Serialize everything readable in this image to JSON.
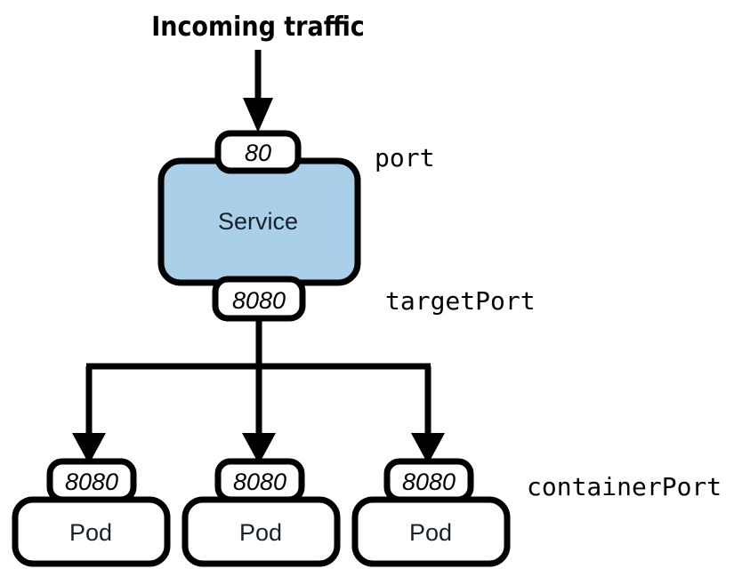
{
  "diagram": {
    "title": "Incoming traffic",
    "type": "kubernetes-service-port-mapping",
    "service": {
      "label": "Service",
      "fill_color": "#a9d0e8",
      "border_color": "#000000",
      "ports": {
        "inbound": {
          "value": "80",
          "annotation": "port"
        },
        "outbound": {
          "value": "8080",
          "annotation": "targetPort"
        }
      }
    },
    "pods": {
      "annotation": "containerPort",
      "items": [
        {
          "label": "Pod",
          "port": "8080"
        },
        {
          "label": "Pod",
          "port": "8080"
        },
        {
          "label": "Pod",
          "port": "8080"
        }
      ]
    },
    "colors": {
      "background": "#ffffff",
      "stroke": "#000000",
      "service_fill": "#a9d0e8",
      "node_fill": "#ffffff",
      "node_text": "#17202a"
    }
  }
}
